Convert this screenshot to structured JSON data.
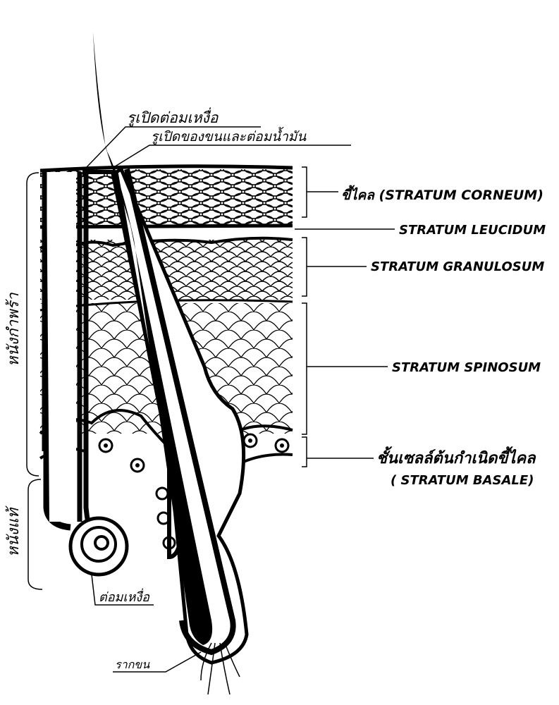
{
  "labels": {
    "sweat_pore": "รูเปิดต่อมเหงื่อ",
    "hair_oil_pore": "รูเปิดของขนและต่อมน้ำมัน",
    "corneum": "ขี้ไคล (STRATUM CORNEUM)",
    "leucidum": "STRATUM LEUCIDUM",
    "granulosum": "STRATUM GRANULOSUM",
    "spinosum": "STRATUM SPINOSUM",
    "basale_thai": "ชั้นเซลล์ต้นกำเนิดขี้ไคล",
    "basale": "( STRATUM BASALE)",
    "epidermis": "หนังกำพร้า",
    "dermis": "หนังแท้",
    "sweat_gland": "ต่อมเหงื่อ",
    "hair_root": "รากขน"
  }
}
